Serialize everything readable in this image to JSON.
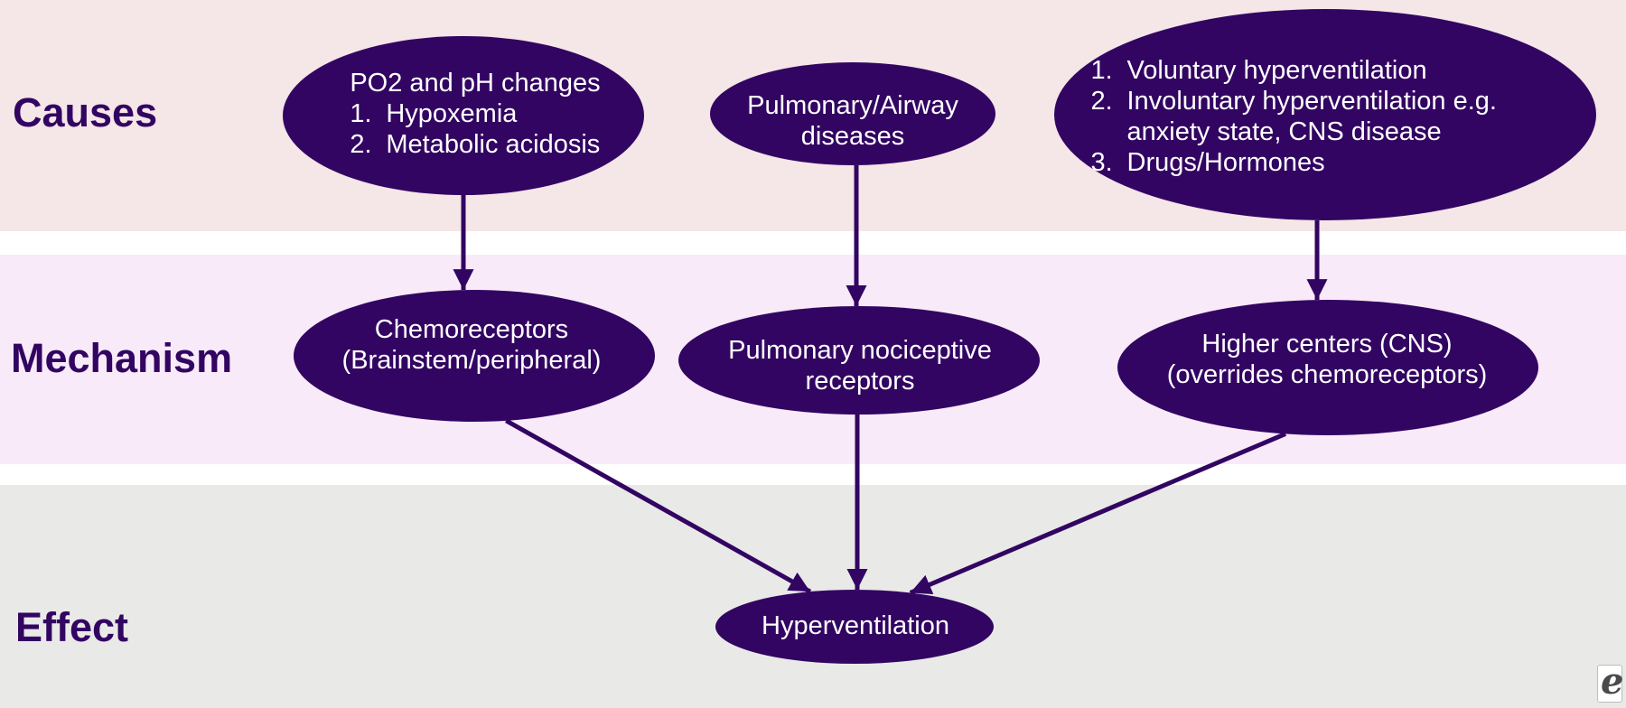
{
  "colors": {
    "node_fill": "#320562",
    "node_text": "#ffffff",
    "arrow": "#320562",
    "label": "#320562",
    "band_causes": "#f5e6e7",
    "band_mechanism": "#f8eaf8",
    "band_effect": "#e9e9e7"
  },
  "rows": [
    {
      "id": "causes",
      "label": "Causes"
    },
    {
      "id": "mechanism",
      "label": "Mechanism"
    },
    {
      "id": "effect",
      "label": "Effect"
    }
  ],
  "nodes": {
    "cause_po2": {
      "heading": "PO2 and pH changes",
      "items": [
        {
          "num": "1.",
          "text": "Hypoxemia"
        },
        {
          "num": "2.",
          "text": "Metabolic acidosis"
        }
      ]
    },
    "cause_pulmonary": {
      "lines": [
        "Pulmonary/Airway",
        "diseases"
      ]
    },
    "cause_voluntary": {
      "items": [
        {
          "num": "1.",
          "text": "Voluntary hyperventilation"
        },
        {
          "num": "2.",
          "text": "Involuntary hyperventilation e.g. anxiety state, CNS disease"
        },
        {
          "num": "3.",
          "text": "Drugs/Hormones"
        }
      ]
    },
    "mech_chemoreceptors": {
      "lines": [
        "Chemoreceptors",
        "(Brainstem/peripheral)"
      ]
    },
    "mech_nociceptive": {
      "lines": [
        "Pulmonary nociceptive",
        "receptors"
      ]
    },
    "mech_higher_centers": {
      "lines": [
        "Higher centers (CNS)",
        "(overrides chemoreceptors)"
      ]
    },
    "effect_hyperventilation": {
      "lines": [
        "Hyperventilation"
      ]
    }
  },
  "edges": [
    {
      "from": "cause_po2",
      "to": "mech_chemoreceptors"
    },
    {
      "from": "cause_pulmonary",
      "to": "mech_nociceptive"
    },
    {
      "from": "cause_voluntary",
      "to": "mech_higher_centers"
    },
    {
      "from": "mech_chemoreceptors",
      "to": "effect_hyperventilation"
    },
    {
      "from": "mech_nociceptive",
      "to": "effect_hyperventilation"
    },
    {
      "from": "mech_higher_centers",
      "to": "effect_hyperventilation"
    }
  ],
  "watermark": {
    "glyph": "e"
  }
}
